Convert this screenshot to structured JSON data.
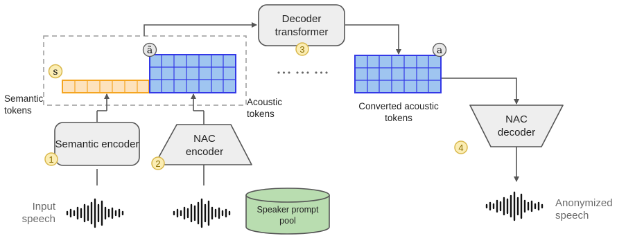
{
  "blocks": {
    "semantic_encoder": "Semantic encoder",
    "nac_encoder": "NAC encoder",
    "decoder_transformer": "Decoder transformer",
    "nac_decoder": "NAC decoder",
    "speaker_prompt_pool": "Speaker prompt pool"
  },
  "labels": {
    "semantic_tokens": "Semantic tokens",
    "acoustic_tokens": "Acoustic tokens",
    "converted_acoustic_tokens": "Converted acoustic tokens",
    "input_speech": "Input speech",
    "anonymized_speech": "Anonymized speech"
  },
  "badges": {
    "s": "s",
    "a_tilde": "ã",
    "a": "a",
    "step1": "1",
    "step2": "2",
    "step3": "3",
    "step4": "4"
  },
  "ellipsis": "•••  •••  •••",
  "colors": {
    "semantic_token_fill": "#fde2bd",
    "semantic_token_border": "#f4a521",
    "acoustic_token_fill": "#9fc5f0",
    "acoustic_token_border": "#3338e6",
    "block_fill": "#eeeeee",
    "prompt_pool_fill": "#b9ddb0",
    "badge_fill": "#fbedb4",
    "badge_border": "#d9b84c"
  }
}
